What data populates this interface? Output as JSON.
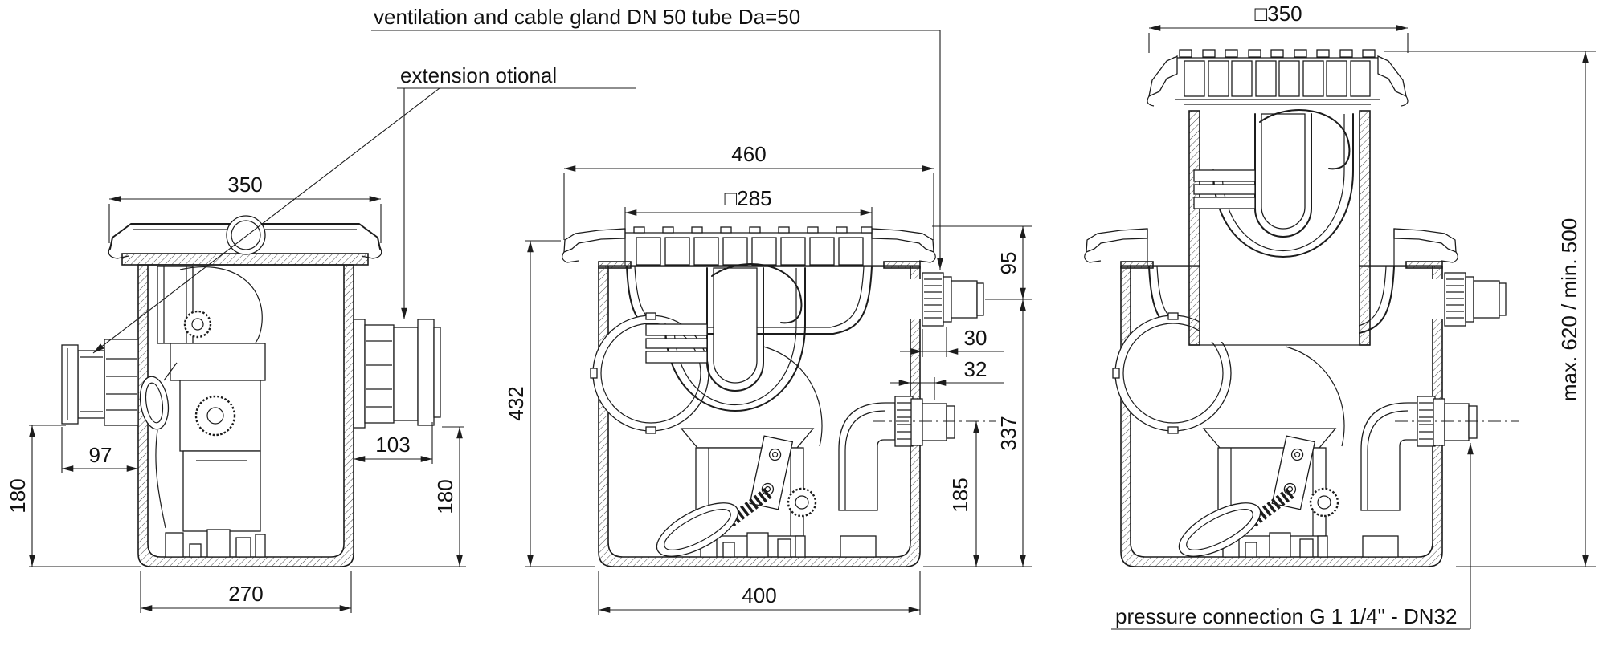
{
  "drawing_type": "technical drawing - sewage lifting station / underfloor pump unit, three sectional views",
  "colors": {
    "background": "#ffffff",
    "line": "#1c1c1c"
  },
  "annotations": {
    "ventilation_label": "ventilation and cable gland DN 50 tube Da=50",
    "extension_label": "extension otional",
    "pressure_label": "pressure connection G 1 1/4\" - DN32"
  },
  "views": {
    "left": {
      "name": "side section view",
      "dims": {
        "width_top": "350",
        "inlet_depth": "97",
        "outlet_depth": "103",
        "inlet_height": "180",
        "outlet_height": "180",
        "width_bottom": "270"
      }
    },
    "middle": {
      "name": "front section view",
      "dims": {
        "width_overall": "460",
        "grate_square": "□285",
        "height_overall": "432",
        "vent_top_offset": "95",
        "vent_wall_offset": "30",
        "pressure_wall_offset": "32",
        "vent_to_floor": "337",
        "pressure_axis_height": "185",
        "width_tank": "400"
      }
    },
    "right": {
      "name": "front section view with extension",
      "dims": {
        "cover_square": "□350",
        "installation_depth": "max. 620 / min. 500"
      }
    }
  }
}
